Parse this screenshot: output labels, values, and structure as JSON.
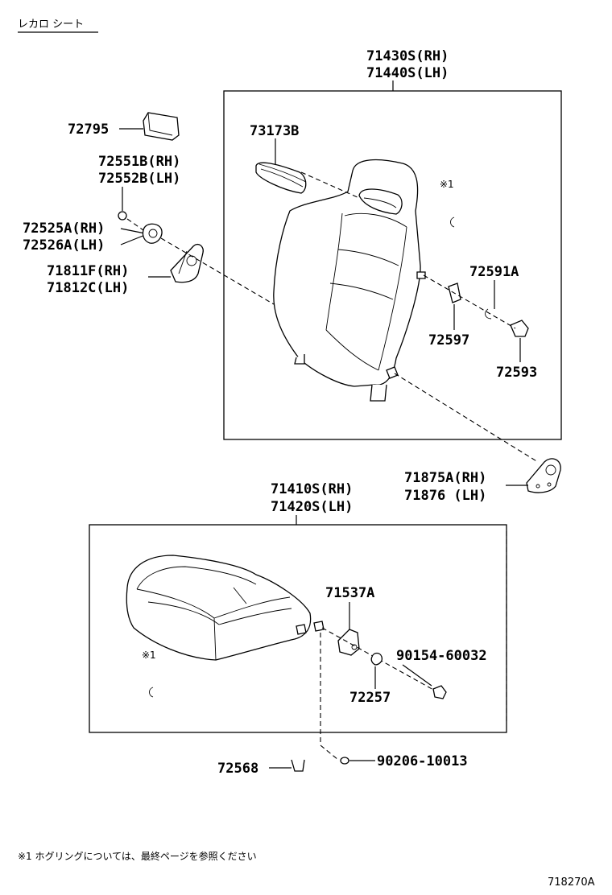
{
  "header": {
    "title": "レカロ シート"
  },
  "footnote": "※1 ホグリングについては、最終ページを参照ください",
  "diagram_id": "718270A",
  "callouts": {
    "backrest_rh": "71430S(RH)",
    "backrest_lh": "71440S(LH)",
    "p73173b": "73173B",
    "mark1_back": "※1",
    "p72795": "72795",
    "p72551b": "72551B(RH)",
    "p72552b": "72552B(LH)",
    "p72525a": "72525A(RH)",
    "p72526a": "72526A(LH)",
    "p71811f": "71811F(RH)",
    "p71812c": "71812C(LH)",
    "p72591a": "72591A",
    "p72597": "72597",
    "p72593": "72593",
    "p71875a": "71875A(RH)",
    "p71876": "71876 (LH)",
    "cushion_rh": "71410S(RH)",
    "cushion_lh": "71420S(LH)",
    "p71537a": "71537A",
    "mark1_cushion": "※1",
    "p90154": "90154-60032",
    "p72257": "72257",
    "p72568": "72568",
    "p90206": "90206-10013"
  }
}
